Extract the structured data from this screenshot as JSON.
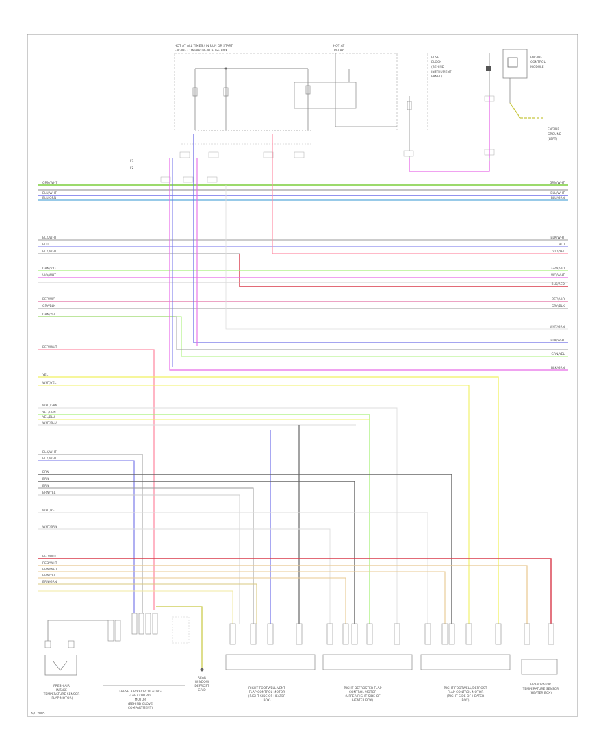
{
  "colors": {
    "frame": "#999999",
    "green": "#7ccd3c",
    "blue": "#6f6fe8",
    "light_blue": "#77b8e0",
    "gray": "#9a9a9a",
    "dark_gray": "#666666",
    "light_gray": "#cccccc",
    "pink": "#ff8fa6",
    "magenta": "#e86be8",
    "red": "#d83a4a",
    "yellow": "#f0f060",
    "light_green": "#a8f07a",
    "tan": "#e8c890",
    "olive": "#c8c840",
    "brown": "#8a6a3a"
  },
  "top_labels": {
    "power_dist": "HOT AT ALL TIMES / IN RUN OR START",
    "fuse_box": "ENGINE COMPARTMENT FUSE BOX",
    "hot_at": "HOT AT",
    "relay": "RELAY",
    "fuse_note": [
      "FUSE",
      "BLOCK",
      "(BEHIND",
      "INSTRUMENT",
      "PANEL)"
    ],
    "ground_note": [
      "ENGINE",
      "GROUND",
      "(LEFT)"
    ],
    "module_note": [
      "ENGINE",
      "CONTROL",
      "MODULE"
    ],
    "left_fuse_a": "F1",
    "left_fuse_b": "F2"
  },
  "left_wire_labels": [
    "GRN/WHT",
    "BLU/WHT",
    "BLU/GRN",
    "BLK/WHT",
    "BLU",
    "BLK/WHT",
    "GRN/VIO",
    "VIO/WHT",
    "RED/VIO",
    "GRY/BLK",
    "GRN/YEL",
    "RED/WHT",
    "YEL",
    "WHT/YEL",
    "WHT/GRN",
    "YEL/GRN",
    "YEL/BLU",
    "WHT/BLU",
    "BLK/WHT",
    "BLK/WHT",
    "BRN",
    "BRN",
    "BRN",
    "BRN/YEL",
    "WHT/YEL",
    "WHT/BRN",
    "RED/BLU",
    "RED/WHT",
    "BRN/WHT",
    "BRN/YEL",
    "BRN/GRN"
  ],
  "right_wire_labels": [
    "GRN/WHT",
    "BLU/WHT",
    "BLU/GRN",
    "BLK/WHT",
    "BLU",
    "VIO/YEL",
    "GRN/VIO",
    "VIO/WHT",
    "BLK/RED",
    "RED/VIO",
    "GRY/BLK",
    "WHT/GRN",
    "BLK/WHT",
    "GRN/YEL",
    "BLK/GRN"
  ],
  "components": {
    "comp1": [
      "FRESH AIR",
      "INTAKE",
      "TEMPERATURE SENSOR",
      "(FLAP MOTOR)"
    ],
    "comp2": [
      "FRESH AIR/RECIRCULATING",
      "FLAP CONTROL",
      "MOTOR",
      "(BEHIND GLOVE",
      "COMPARTMENT)"
    ],
    "comp3": [
      "REAR",
      "WINDOW",
      "DEFROST",
      "GRID"
    ],
    "comp4": [
      "RIGHT FOOTWELL VENT",
      "FLAP CONTROL MOTOR",
      "(RIGHT SIDE OF HEATER",
      "BOX)"
    ],
    "comp5": [
      "RIGHT DEFROSTER FLAP",
      "CONTROL MOTOR",
      "(UPPER RIGHT SIDE OF",
      "HEATER BOX)"
    ],
    "comp6": [
      "RIGHT FOOTWELL/DEFROST",
      "FLAP CONTROL MOTOR",
      "(RIGHT SIDE OF HEATER",
      "BOX)"
    ],
    "comp7": [
      "EVAPORATOR",
      "TEMPERATURE SENSOR",
      "(HEATER BOX)"
    ]
  },
  "footer_code": "A/C 2005"
}
